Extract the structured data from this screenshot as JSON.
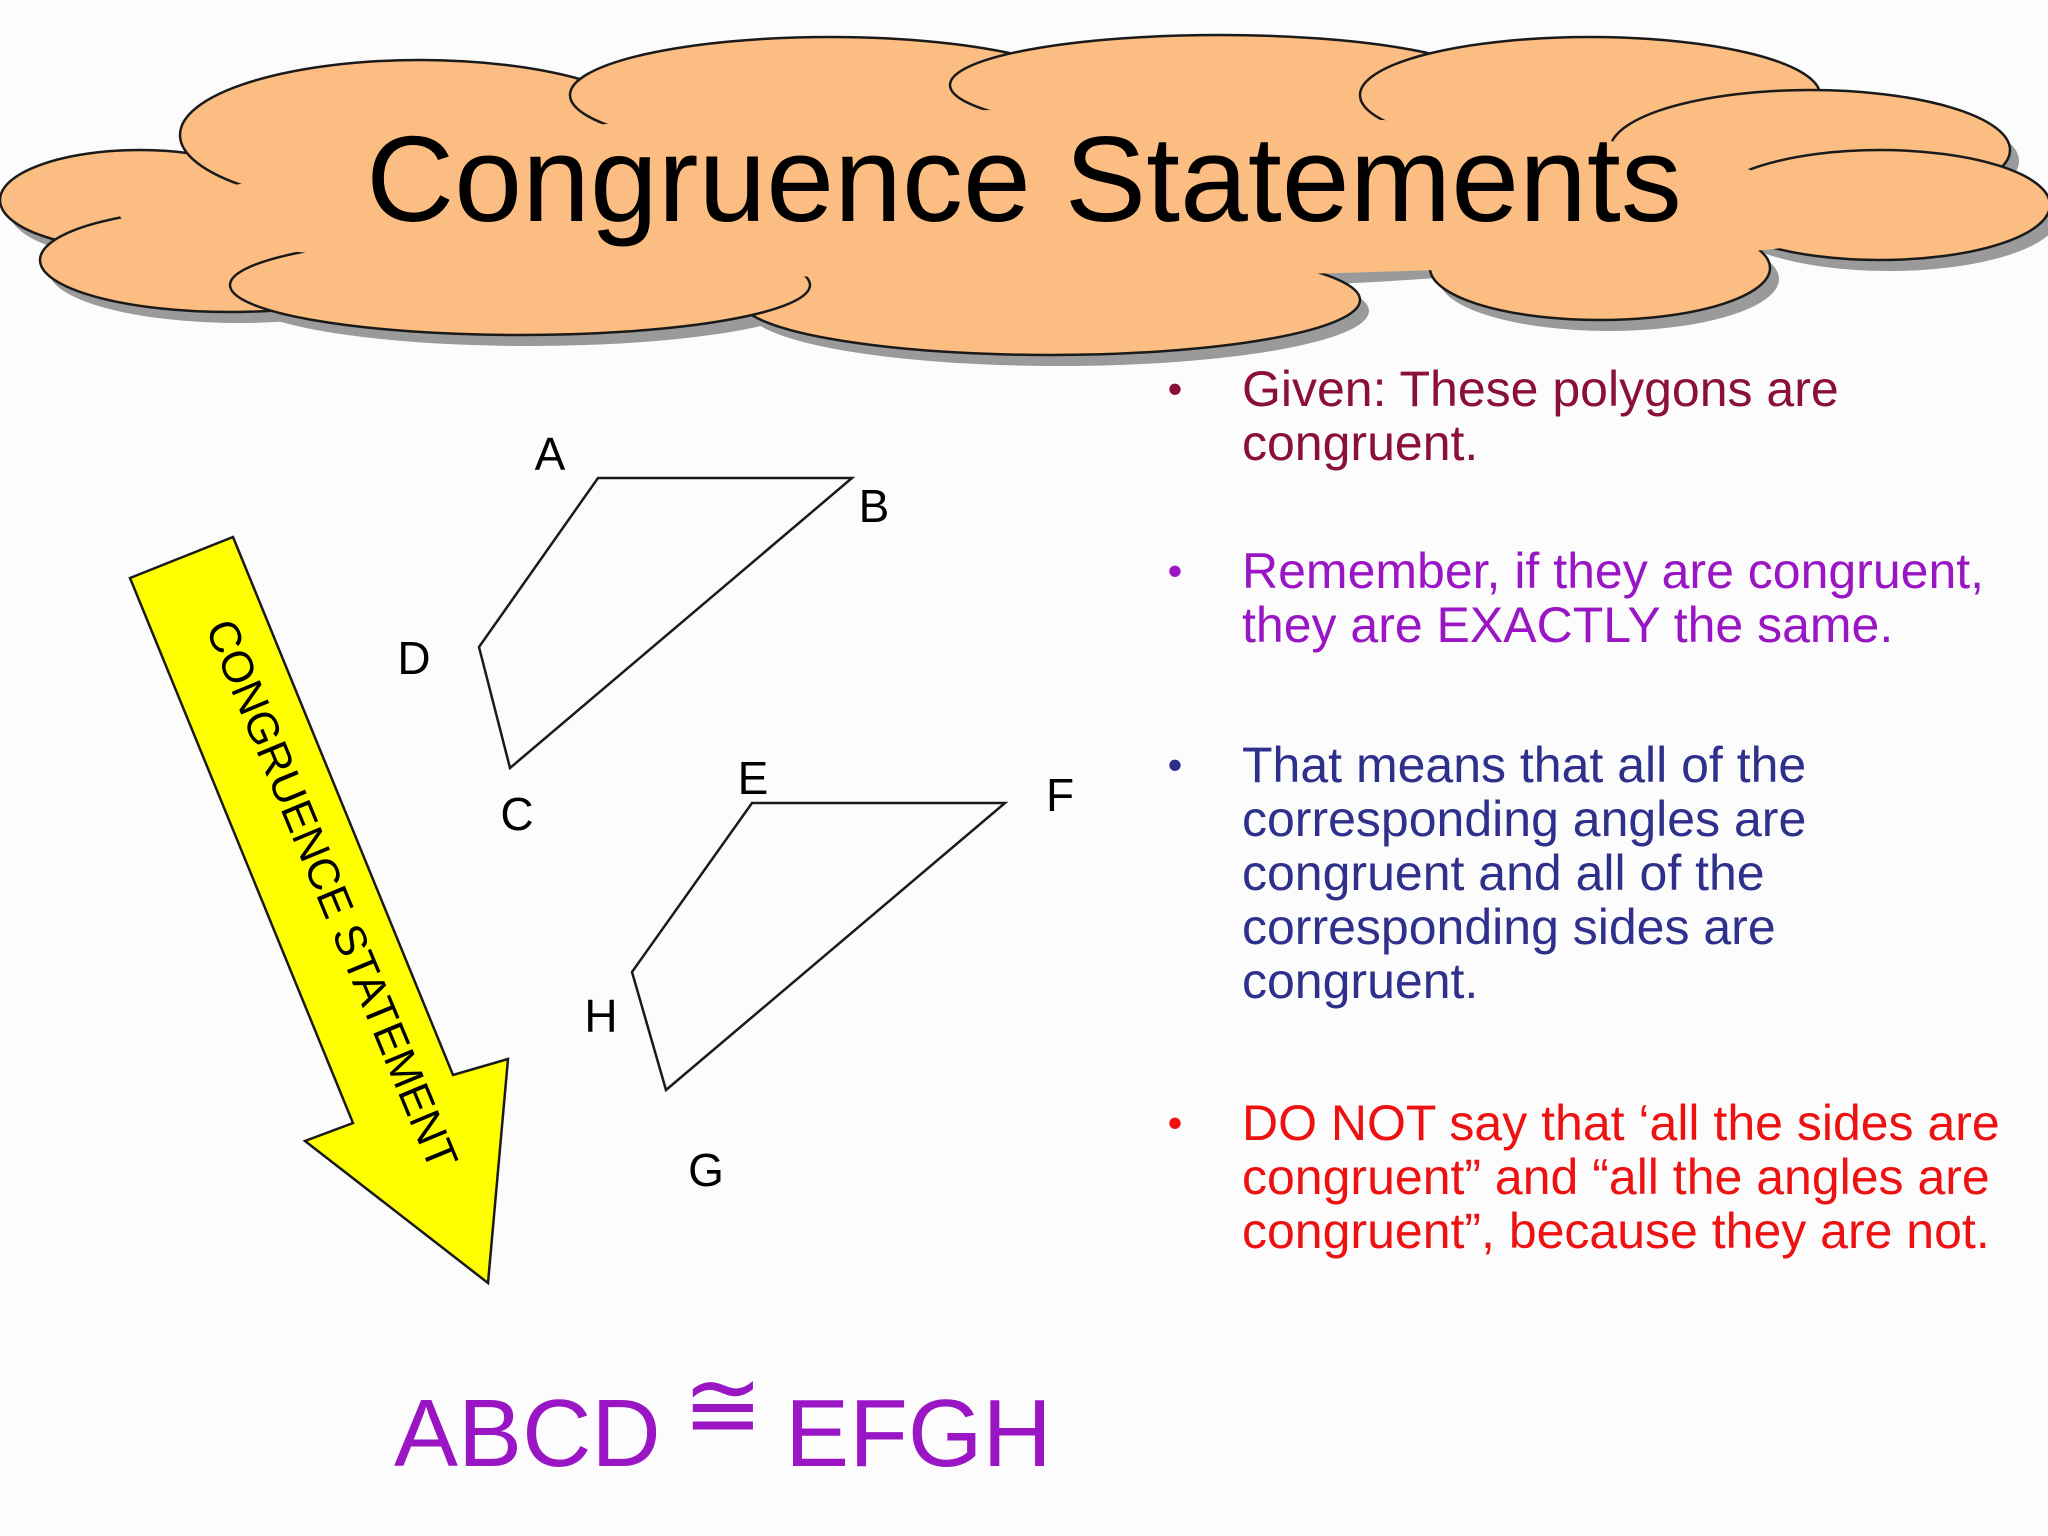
{
  "slide": {
    "title": "Congruence Statements",
    "bullets": [
      {
        "text": "Given:  These polygons are congruent.",
        "color": "#8b1038"
      },
      {
        "text": "Remember, if they are congruent, they are EXACTLY the same.",
        "color": "#9a16c4"
      },
      {
        "text": "That means that all of the corresponding angles are congruent and all of the corresponding sides are congruent.",
        "color": "#2f2f8c"
      },
      {
        "text": "DO NOT say that ‘all the sides are congruent” and “all the angles are congruent”, because they are not.",
        "color": "#ee1111"
      }
    ],
    "bullet_symbol": "•",
    "polygon1": {
      "labels": {
        "a": "A",
        "b": "B",
        "c": "C",
        "d": "D"
      }
    },
    "polygon2": {
      "labels": {
        "e": "E",
        "f": "F",
        "g": "G",
        "h": "H"
      }
    },
    "arrow_label": "CONGRUENCE STATEMENT",
    "statement": {
      "left": "ABCD",
      "symbol": "≅",
      "right": "EFGH",
      "color": "#9a16c4"
    },
    "colors": {
      "cloud_fill": "#fbbd81",
      "cloud_shadow": "#9a9a9a",
      "arrow_fill": "#ffff00"
    }
  }
}
